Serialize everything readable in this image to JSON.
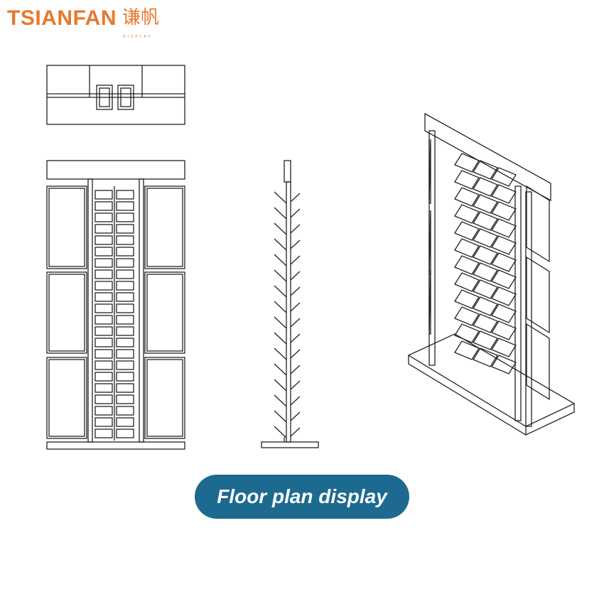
{
  "logo": {
    "brand": "TSIANFAN",
    "chinese": "谦帆",
    "tagline": "DISPLAY"
  },
  "caption": "Floor plan display",
  "colors": {
    "brand": "#e8792b",
    "pill": "#1d6a90",
    "line": "#222222"
  },
  "views": [
    "top-view",
    "front-view",
    "side-view",
    "perspective-view"
  ]
}
